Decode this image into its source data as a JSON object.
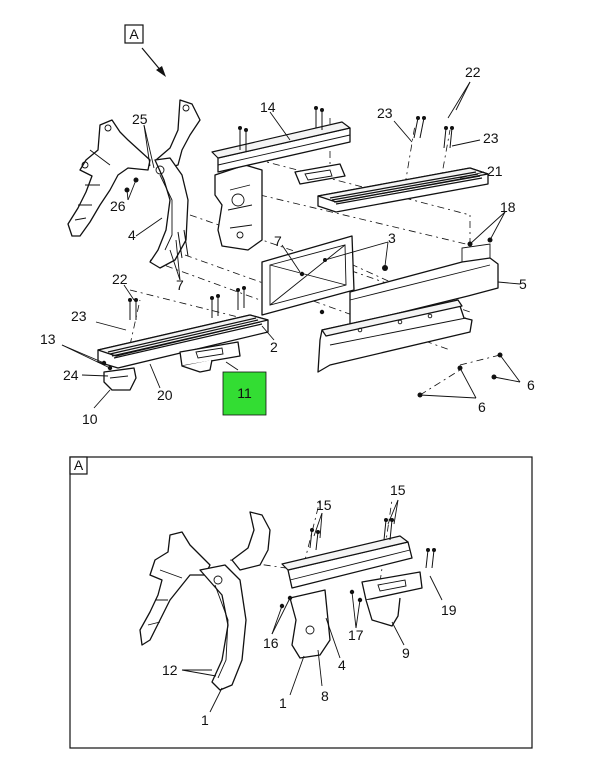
{
  "view_callout_top": "A",
  "view_callout_detail": "A",
  "highlight_color": "#33dd33",
  "part_labels_main": {
    "p2": "2",
    "p3": "3",
    "p4": "4",
    "p5": "5",
    "p6a": "6",
    "p6b": "6",
    "p7a": "7",
    "p7b": "7",
    "p10": "10",
    "p11": "11",
    "p13": "13",
    "p14": "14",
    "p18": "18",
    "p20": "20",
    "p21": "21",
    "p22a": "22",
    "p22b": "22",
    "p23a": "23",
    "p23b": "23",
    "p23c": "23",
    "p24": "24",
    "p25": "25",
    "p26": "26"
  },
  "part_labels_detail": {
    "p1a": "1",
    "p1b": "1",
    "p4": "4",
    "p8": "8",
    "p9": "9",
    "p12": "12",
    "p15a": "15",
    "p15b": "15",
    "p16": "16",
    "p17": "17",
    "p19": "19"
  }
}
